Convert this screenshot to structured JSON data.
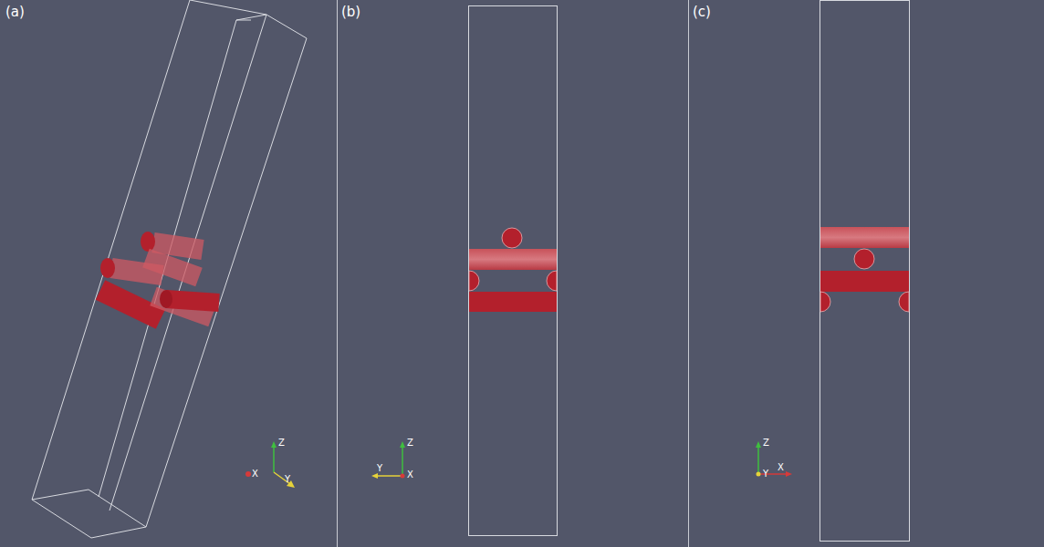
{
  "diagram": {
    "labels": [
      "(a)",
      "(b)",
      "(c)",
      "Z",
      "X",
      "Y",
      "Z",
      "Y",
      "X",
      "Z",
      "Y",
      "X"
    ]
  }
}
